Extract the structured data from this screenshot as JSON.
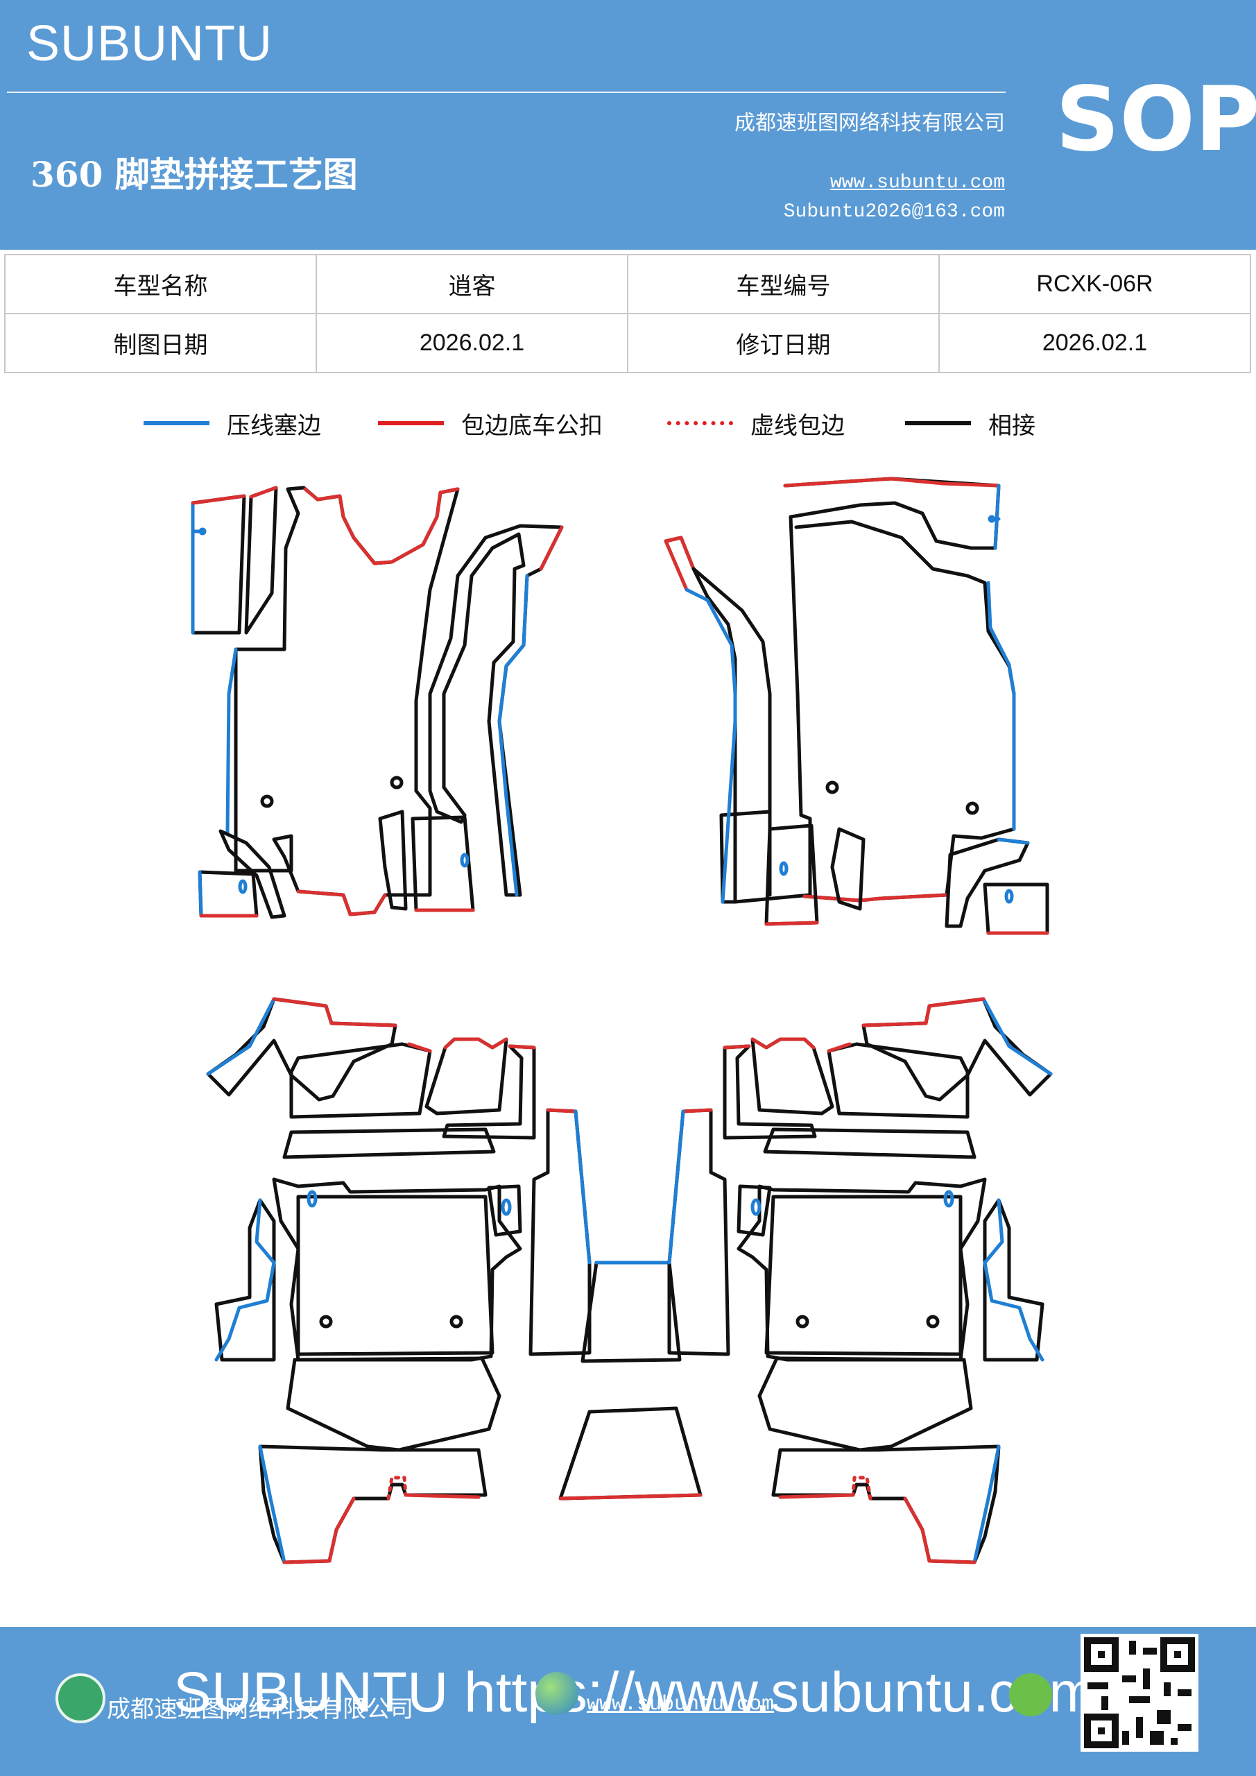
{
  "header": {
    "brand": "SUBUNTU",
    "title": "360 脚垫拼接工艺图",
    "company": "成都速班图网络科技有限公司",
    "website": "www.subuntu.com",
    "email": "Subuntu2026@163.com",
    "badge": "SOP"
  },
  "info_table": {
    "rows": [
      [
        {
          "label": "车型名称",
          "value": "逍客"
        },
        {
          "label": "车型编号",
          "value": "RCXK-06R"
        }
      ],
      [
        {
          "label": "制图日期",
          "value": "2026.02.1"
        },
        {
          "label": "修订日期",
          "value": "2026.02.1"
        }
      ]
    ]
  },
  "legend": [
    {
      "label": "压线塞边",
      "color": "#1f7fd4",
      "style": "solid"
    },
    {
      "label": "包边底车公扣",
      "color": "#e02020",
      "style": "solid"
    },
    {
      "label": "虚线包边",
      "color": "#e02020",
      "style": "dotted"
    },
    {
      "label": "相接",
      "color": "#111111",
      "style": "solid"
    }
  ],
  "colors": {
    "header_bg": "#5b9bd5",
    "blue_edge": "#1f7fd4",
    "red_edge": "#d93030",
    "black_edge": "#111111"
  },
  "footer": {
    "watermark": "SUBUNTU https://www.subuntu.com",
    "company": "成都速班图网络科技有限公司",
    "website": "www.subuntu.com",
    "icons": [
      "company-icon",
      "globe-icon",
      "wechat-icon"
    ],
    "qr": "qr-code"
  }
}
